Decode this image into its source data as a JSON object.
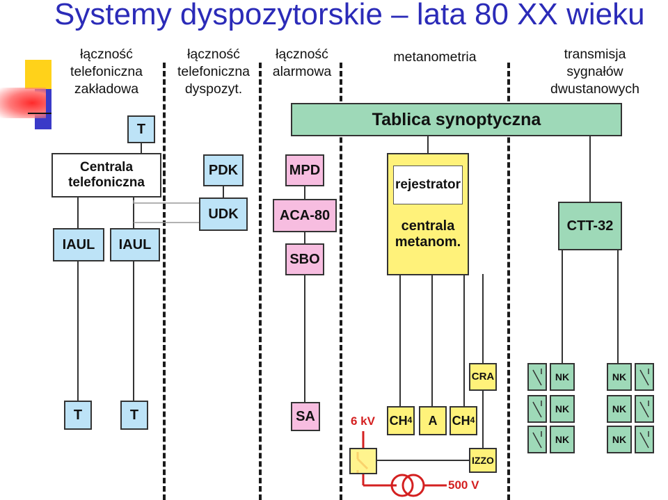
{
  "title": "Systemy dyspozytorskie – lata 80 XX wieku",
  "columns": {
    "col1": "łączność\ntelefoniczna\nzakładowa",
    "col2": "łączność\ntelefoniczna\ndyspozyt.",
    "col3": "łączność\nalarmowa",
    "col4": "metanometria",
    "col5": "transmisja\nsygnałów\ndwustanowych"
  },
  "boxes": {
    "tablica": "Tablica synoptyczna",
    "t_top": "T",
    "centrala_tel": "Centrala\ntelefoniczna",
    "iaul1": "IAUL",
    "iaul2": "IAUL",
    "t_bot1": "T",
    "t_bot2": "T",
    "pdk": "PDK",
    "udk": "UDK",
    "mpd": "MPD",
    "aca": "ACA-80",
    "sbo": "SBO",
    "sa": "SA",
    "rejestrator": "rejestrator",
    "centrala_met": "centrala\nmetanom.",
    "ctt": "CTT-32",
    "cra": "CRA",
    "ch4_1": "CH",
    "ch4_1_sub": "4",
    "a": "A",
    "ch4_2": "CH",
    "ch4_2_sub": "4",
    "izzo": "IZZO",
    "nk": "NK"
  },
  "labels": {
    "kv": "6 kV",
    "v": "500 V"
  },
  "colors": {
    "title": "#2b2bb8",
    "blue": "#bde3f7",
    "pink": "#f7bde0",
    "yellow": "#fff27a",
    "green": "#9ed9b8",
    "red": "#d42020"
  }
}
